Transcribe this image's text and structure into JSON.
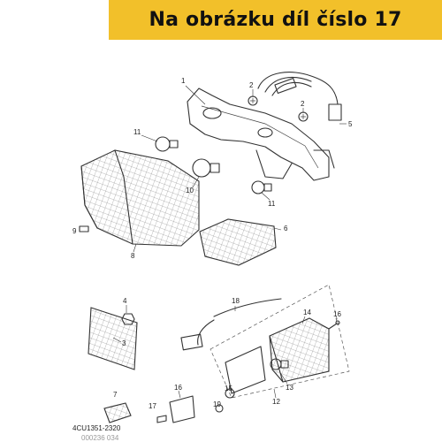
{
  "banner": {
    "text": "Na obrázku díl číslo 17",
    "color": "#f2c02a"
  },
  "diagram": {
    "part_code": "4CU1351-2320",
    "footer_code": "000236 034",
    "callouts": {
      "c1": "1",
      "c2a": "2",
      "c2b": "2",
      "c3": "3",
      "c4": "4",
      "c5": "5",
      "c6": "6",
      "c7": "7",
      "c8": "8",
      "c9": "9",
      "c10": "10",
      "c11a": "11",
      "c11b": "11",
      "c12": "12",
      "c13": "13",
      "c14": "14",
      "c15": "15",
      "c16a": "16",
      "c16b": "16",
      "c17": "17",
      "c18": "18",
      "c19": "19"
    }
  }
}
